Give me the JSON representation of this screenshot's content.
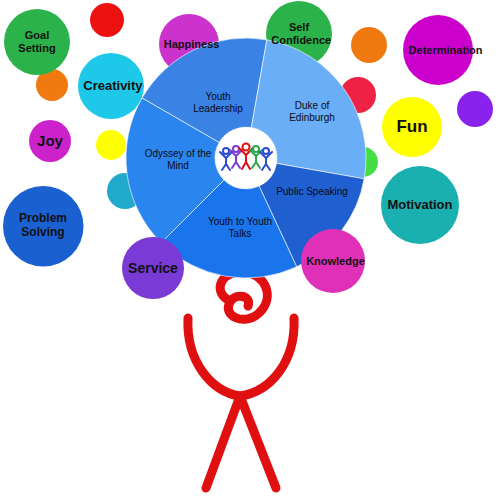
{
  "diagram": {
    "nodes": [
      {
        "text": [
          "Goal Setting"
        ]
      },
      {
        "text": [
          "Happiness"
        ]
      },
      {
        "text": [
          "Self Confidence"
        ]
      },
      {
        "text": [
          "Determination"
        ]
      },
      {
        "text": [
          "Creativity"
        ]
      },
      {
        "text": [
          "Youth Leadership"
        ]
      },
      {
        "text": [
          "Duke of Edinburgh"
        ]
      },
      {
        "text": [
          "Fun"
        ]
      },
      {
        "text": [
          "Joy"
        ]
      },
      {
        "text": [
          "Odyssey of the Mind"
        ]
      },
      {
        "text": [
          "Public Speaking"
        ]
      },
      {
        "text": [
          "Youth to Youth Talks"
        ]
      },
      {
        "text": [
          "Motivation"
        ]
      },
      {
        "text": [
          "Problem Solving"
        ]
      },
      {
        "text": [
          "Service"
        ]
      },
      {
        "text": [
          "Knowledge"
        ]
      }
    ]
  }
}
